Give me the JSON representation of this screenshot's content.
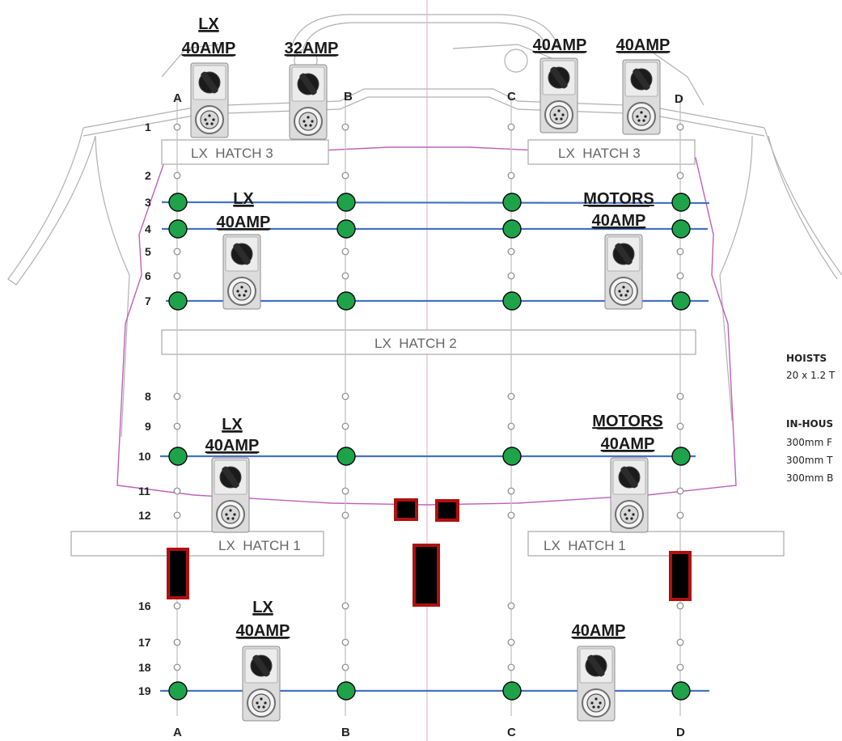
{
  "grid": {
    "columns": [
      "A",
      "B",
      "C",
      "D"
    ],
    "rows": [
      "1",
      "2",
      "3",
      "4",
      "5",
      "6",
      "7",
      "8",
      "9",
      "10",
      "11",
      "12",
      "16",
      "17",
      "18",
      "19"
    ],
    "pipe_rows": [
      "3",
      "4",
      "7",
      "10",
      "19"
    ],
    "pipe_color": "#4472c4",
    "node_color": "#1fa34a"
  },
  "hatches": [
    {
      "id": "lx-hatch-3-left",
      "label": "LX  HATCH 3"
    },
    {
      "id": "lx-hatch-3-right",
      "label": "LX  HATCH 3"
    },
    {
      "id": "lx-hatch-2",
      "label": "LX  HATCH 2"
    },
    {
      "id": "lx-hatch-1-left",
      "label": "LX  HATCH 1"
    },
    {
      "id": "lx-hatch-1-right",
      "label": "LX  HATCH 1"
    }
  ],
  "power_outlets": [
    {
      "id": "outlet-top-a",
      "lines": [
        "LX",
        "40AMP"
      ]
    },
    {
      "id": "outlet-top-b",
      "lines": [
        "32AMP"
      ]
    },
    {
      "id": "outlet-top-c",
      "lines": [
        "40AMP"
      ]
    },
    {
      "id": "outlet-top-d",
      "lines": [
        "40AMP"
      ]
    },
    {
      "id": "outlet-row4-left",
      "lines": [
        "LX",
        "40AMP"
      ]
    },
    {
      "id": "outlet-row4-right",
      "lines": [
        "MOTORS",
        "40AMP"
      ]
    },
    {
      "id": "outlet-row10-left",
      "lines": [
        "LX",
        "40AMP"
      ]
    },
    {
      "id": "outlet-row10-right",
      "lines": [
        "MOTORS",
        "40AMP"
      ]
    },
    {
      "id": "outlet-row19-left",
      "lines": [
        "LX",
        "40AMP"
      ]
    },
    {
      "id": "outlet-row19-right",
      "lines": [
        "40AMP"
      ]
    }
  ],
  "side_notes": {
    "hoists_title": "HOISTS",
    "hoists_text": "20 x 1.2 T",
    "inhouse_title": "IN-HOUS",
    "inhouse_lines": [
      "300mm F",
      "300mm T",
      "300mm B"
    ]
  },
  "colors": {
    "outline": "#b0b0b0",
    "stage_outline": "#c060b8",
    "block_fill": "#000000",
    "block_border": "#b01010"
  }
}
